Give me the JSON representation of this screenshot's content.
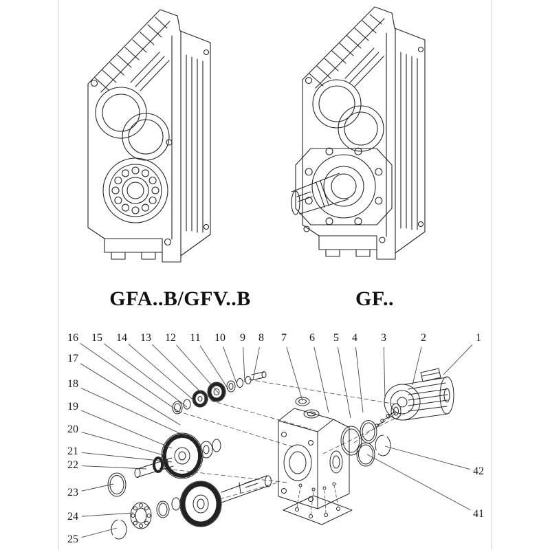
{
  "page": {
    "background": "#ffffff",
    "line_color": "#222222"
  },
  "products": {
    "left": {
      "label": "GFA..B/GFV..B"
    },
    "right": {
      "label": "GF.."
    }
  },
  "exploded_view": {
    "callouts_top": [
      "16",
      "15",
      "14",
      "13",
      "12",
      "11",
      "10",
      "9",
      "8",
      "7",
      "6",
      "5",
      "4",
      "3",
      "2",
      "1"
    ],
    "callouts_left": [
      "17",
      "18",
      "19",
      "20",
      "21",
      "22",
      "23",
      "24",
      "25"
    ],
    "callouts_right": [
      "42",
      "41"
    ]
  }
}
